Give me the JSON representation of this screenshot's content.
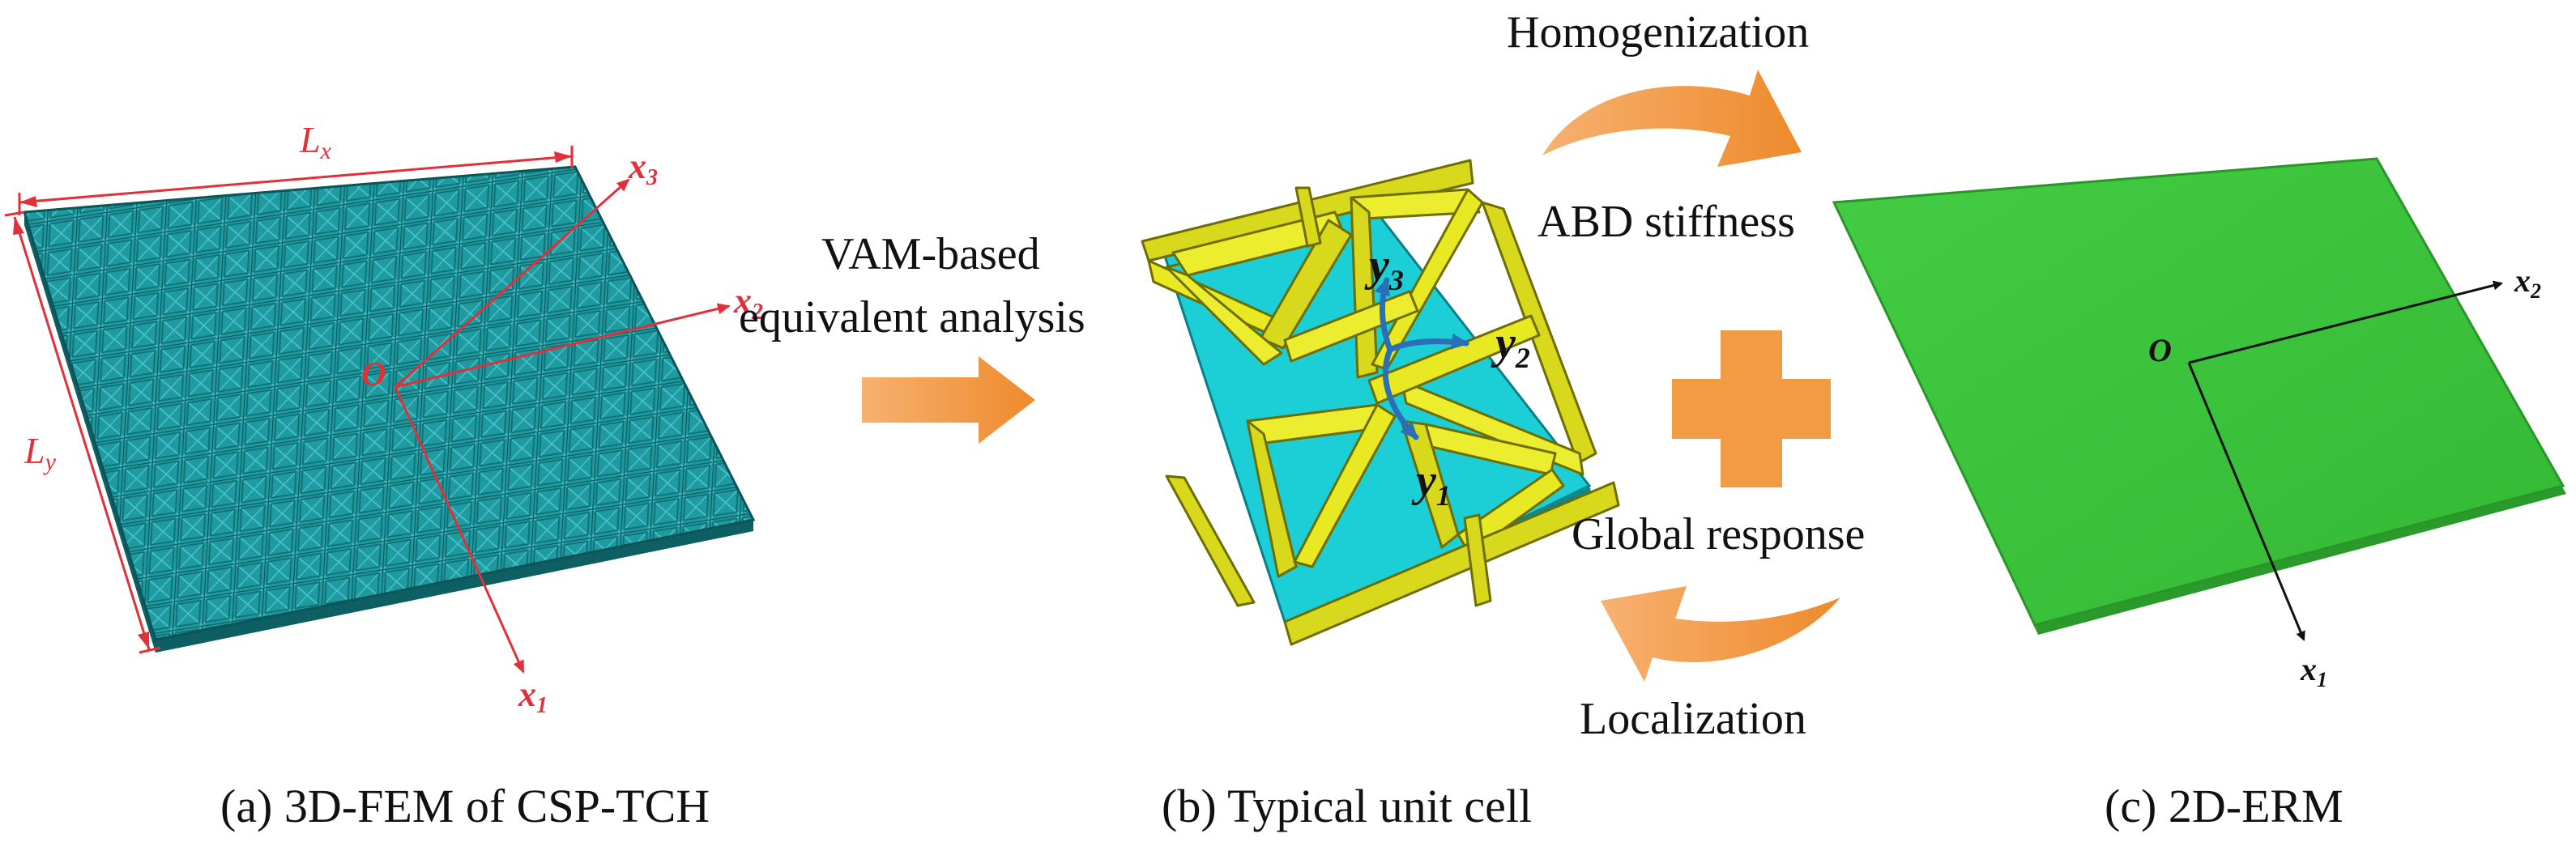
{
  "panel_a": {
    "caption": "(a) 3D-FEM of CSP-TCH",
    "dim_x": "L",
    "dim_x_sub": "x",
    "dim_y": "L",
    "dim_y_sub": "y",
    "origin": "O",
    "axis_x1": "x",
    "axis_x1_sub": "1",
    "axis_x2": "x",
    "axis_x2_sub": "2",
    "axis_x3": "x",
    "axis_x3_sub": "3"
  },
  "arrow_ab": {
    "line1": "VAM-based",
    "line2": "equivalent  analysis"
  },
  "panel_b": {
    "caption": "(b) Typical unit cell",
    "axis_y1": "y",
    "axis_y1_sub": "1",
    "axis_y2": "y",
    "axis_y2_sub": "2",
    "axis_y3": "y",
    "axis_y3_sub": "3"
  },
  "coupling": {
    "homogenization": "Homogenization",
    "abd_stiffness": "ABD stiffness",
    "global_response": "Global response",
    "localization": "Localization"
  },
  "panel_c": {
    "caption": "(c) 2D-ERM",
    "origin": "O",
    "axis_x1": "x",
    "axis_x1_sub": "1",
    "axis_x2": "x",
    "axis_x2_sub": "2"
  },
  "colors": {
    "plate_teal": "#1f9aa0",
    "plate_green": "#3cc63c",
    "arrow_orange": "#f39a44",
    "axis_red": "#e0303a",
    "cell_yellow": "#e8e823",
    "cell_cyan": "#1ccfd6",
    "axis_blue": "#2a6fb8"
  }
}
